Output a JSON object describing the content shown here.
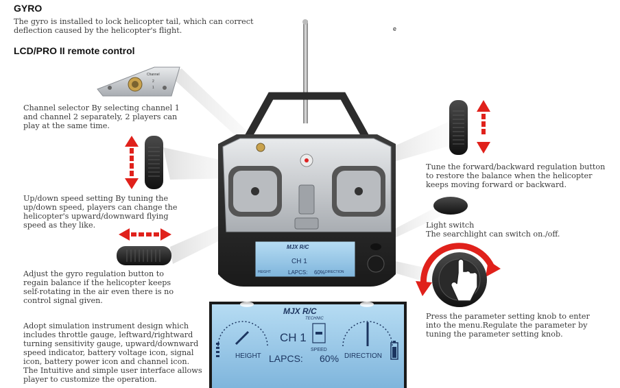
{
  "gyro": {
    "title": "GYRO",
    "text": "The gyro is installed to lock helicopter tail, which can correct\ndeflection caused by the helicopter's flight."
  },
  "stray_char": "e",
  "remote": {
    "title": "LCD/PRO II remote control"
  },
  "channel_selector": {
    "text": "Channel selector By selecting channel 1\nand channel 2 separately, 2 players can\nplay at the same time.",
    "panel_label": "Channel",
    "ch1": "1",
    "ch2": "2"
  },
  "updown": {
    "text": "Up/down speed setting By tuning the\nup/down speed, players can change the\nhelicopter's upward/downward flying\nspeed as they like."
  },
  "gyro_adjust": {
    "text": "Adjust the gyro regulation button to\nregain balance if the helicopter keeps\nself-rotating in the air even there is no\ncontrol signal given."
  },
  "simulation": {
    "text": "Adopt simulation instrument design which\nincludes throttle gauge, leftward/rightward\nturning sensitivity gauge, upward/downward\nspeed indicator, battery voltage icon, signal\nicon, battery power icon and channel icon.\nThe Intuitive and simple user interface allows\nplayer to customize the operation."
  },
  "forward_backward": {
    "text": "Tune the forward/backward regulation button\nto restore the balance when the helicopter\nkeeps moving forward or backward."
  },
  "light_switch": {
    "title": "Light switch",
    "text": "The searchlight can switch on./off."
  },
  "param_knob": {
    "text": "Press the parameter setting knob to enter\ninto the menu.Regulate the parameter by\ntuning the parameter setting knob."
  },
  "lcd": {
    "brand": "MJX R/C",
    "brand_sub": "TECHNIC",
    "channel": "CH 1",
    "height": "HEIGHT",
    "speed": "SPEED",
    "direction": "DIRECTION",
    "lapcs": "LAPCS:",
    "percent": "60%"
  },
  "colors": {
    "arrow_red": "#e0211b",
    "lcd_bg": "#8fc3e6",
    "lcd_ink": "#1c3560",
    "body_dark": "#2b2b2b",
    "silver": "#c9ccd0"
  }
}
